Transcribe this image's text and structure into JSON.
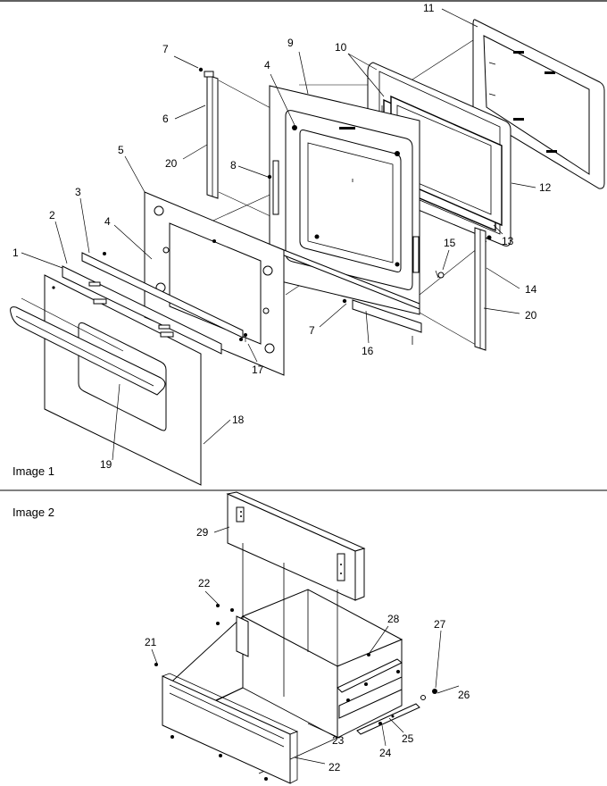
{
  "sections": [
    {
      "label": "Image 1"
    },
    {
      "label": "Image 2"
    }
  ],
  "callouts": {
    "c1": "1",
    "c2": "2",
    "c3": "3",
    "c4a": "4",
    "c4b": "4",
    "c5": "5",
    "c6": "6",
    "c7a": "7",
    "c7b": "7",
    "c8": "8",
    "c9": "9",
    "c10": "10",
    "c11": "11",
    "c12": "12",
    "c13": "13",
    "c14": "14",
    "c15": "15",
    "c16": "16",
    "c17": "17",
    "c18": "18",
    "c19": "19",
    "c20a": "20",
    "c20b": "20",
    "c21": "21",
    "c22a": "22",
    "c22b": "22",
    "c23": "23",
    "c24": "24",
    "c25": "25",
    "c26": "26",
    "c27": "27",
    "c28": "28",
    "c29": "29"
  }
}
